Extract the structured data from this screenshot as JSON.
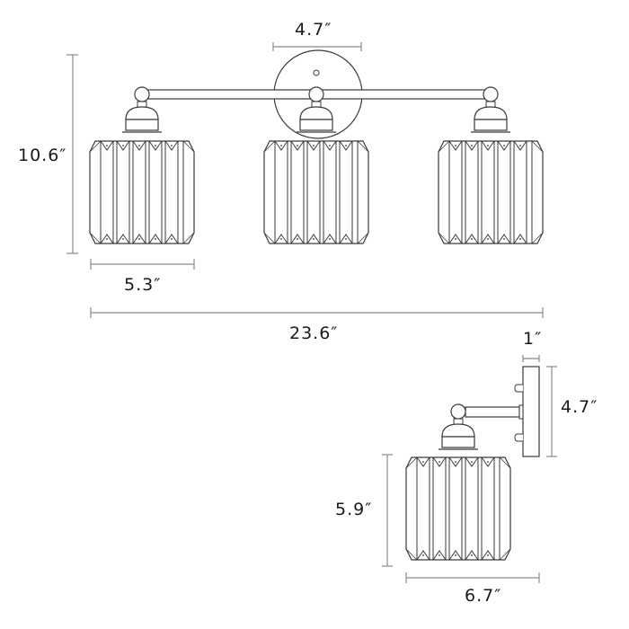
{
  "diagram": {
    "title": "3-light vanity fixture dimension drawing",
    "colors": {
      "line": "#3a3a3a",
      "dimension_line": "#8a8a8a",
      "text": "#1a1a1a",
      "background": "#ffffff"
    },
    "front_view": {
      "shade_count": 3,
      "dimensions": {
        "backplate_width": "4.7″",
        "overall_height": "10.6″",
        "shade_width": "5.3″",
        "overall_width": "23.6″"
      }
    },
    "side_view": {
      "dimensions": {
        "backplate_depth": "1″",
        "backplate_height": "4.7″",
        "shade_height": "5.9″",
        "overall_projection": "6.7″"
      }
    }
  }
}
